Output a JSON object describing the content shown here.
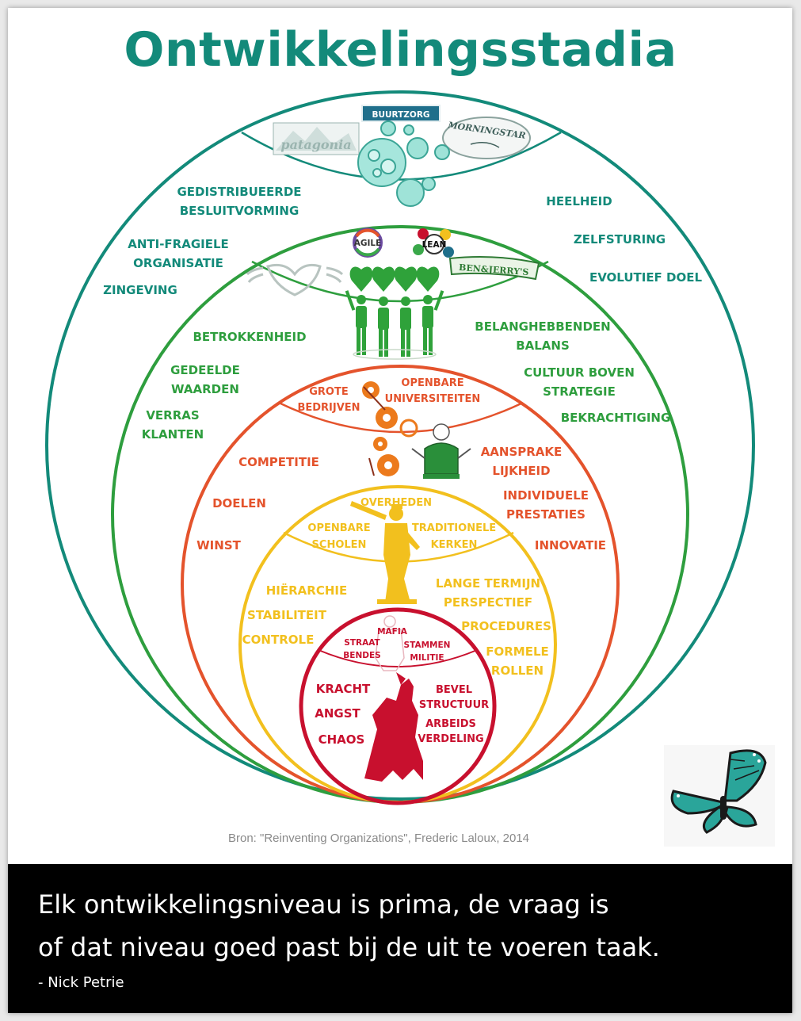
{
  "title": "Ontwikkelingsstadia",
  "source": "Bron: \"Reinventing Organizations\", Frederic Laloux, 2014",
  "quote": {
    "line1": "Elk ontwikkelingsniveau is prima, de vraag is",
    "line2": "of dat niveau goed past bij de uit te voeren taak.",
    "author": "- Nick Petrie"
  },
  "colors": {
    "teal": "#138a7a",
    "green": "#2e9e3e",
    "orange": "#e4532c",
    "yellow": "#f2c01e",
    "red": "#c8102e"
  },
  "teal_stage": {
    "logos": [
      "BUURTZORG",
      "patagonia",
      "MORNINGSTAR"
    ],
    "labels": {
      "l1a": "GEDISTRIBUEERDE",
      "l1b": "BESLUITVORMING",
      "l2a": "ANTI-FRAGIELE",
      "l2b": "ORGANISATIE",
      "l3": "ZINGEVING",
      "r1": "HEELHEID",
      "r2": "ZELFSTURING",
      "r3": "EVOLUTIEF DOEL"
    }
  },
  "green_stage": {
    "logos": [
      "AGILE",
      "LEAN",
      "BEN&JERRY'S"
    ],
    "labels": {
      "l1": "BETROKKENHEID",
      "l2a": "GEDEELDE",
      "l2b": "WAARDEN",
      "l3a": "VERRAS",
      "l3b": "KLANTEN",
      "r1a": "BELANGHEBBENDEN",
      "r1b": "BALANS",
      "r2a": "CULTUUR BOVEN",
      "r2b": "STRATEGIE",
      "r3": "BEKRACHTIGING"
    }
  },
  "orange_stage": {
    "labels": {
      "cap1a": "GROTE",
      "cap1b": "BEDRIJVEN",
      "cap2a": "OPENBARE",
      "cap2b": "UNIVERSITEITEN",
      "l1": "COMPETITIE",
      "l2": "DOELEN",
      "l3": "WINST",
      "r1a": "AANSPRAKE",
      "r1b": "LIJKHEID",
      "r2a": "INDIVIDUELE",
      "r2b": "PRESTATIES",
      "r3": "INNOVATIE"
    }
  },
  "amber_stage": {
    "labels": {
      "cap1": "OVERHEDEN",
      "cap2a": "OPENBARE",
      "cap2b": "SCHOLEN",
      "cap3a": "TRADITIONELE",
      "cap3b": "KERKEN",
      "l1": "HIËRARCHIE",
      "l2": "STABILITEIT",
      "l3": "CONTROLE",
      "r1a": "LANGE TERMIJN",
      "r1b": "PERSPECTIEF",
      "r2": "PROCEDURES",
      "r3a": "FORMELE",
      "r3b": "ROLLEN"
    }
  },
  "red_stage": {
    "labels": {
      "cap1": "MAFIA",
      "cap2a": "STRAAT",
      "cap2b": "BENDES",
      "cap3a": "STAMMEN",
      "cap3b": "MILITIE",
      "l1": "KRACHT",
      "l2": "ANGST",
      "l3": "CHAOS",
      "r1a": "BEVEL",
      "r1b": "STRUCTUUR",
      "r2a": "ARBEIDS",
      "r2b": "VERDELING"
    }
  }
}
